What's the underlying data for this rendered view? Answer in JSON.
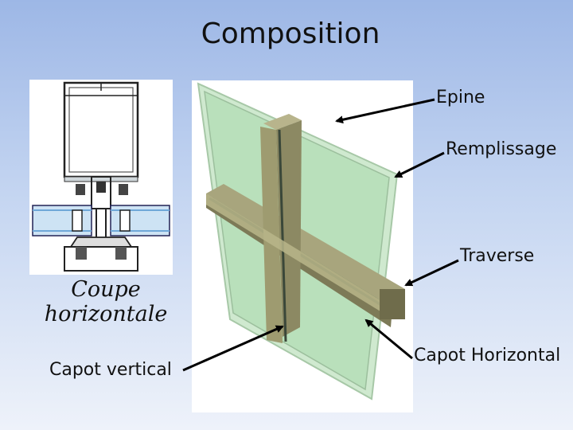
{
  "slide": {
    "title": "Composition",
    "section_caption": "Coupe horizontale",
    "labels": {
      "epine": "Epine",
      "remplissage": "Remplissage",
      "traverse": "Traverse",
      "capot_vertical": "Capot vertical",
      "capot_horizontal": "Capot Horizontal"
    }
  }
}
